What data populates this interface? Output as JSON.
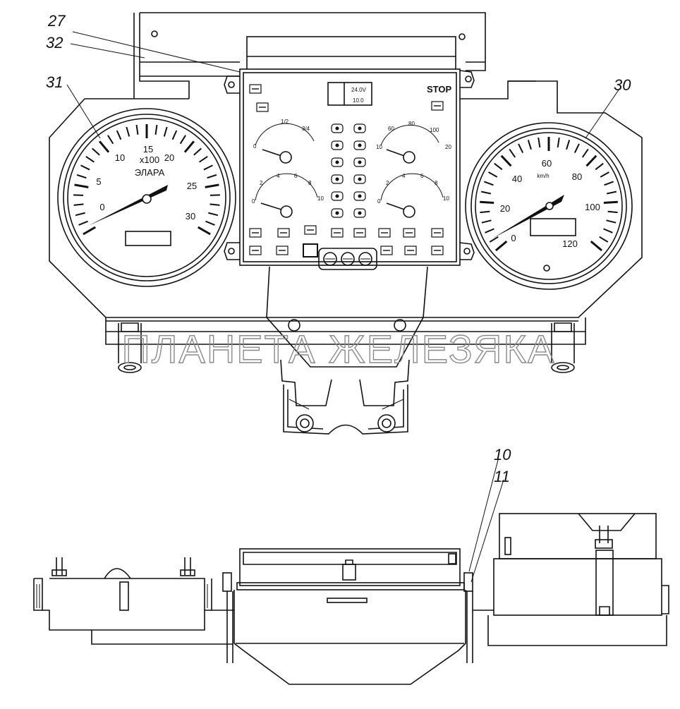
{
  "callouts": {
    "c27": "27",
    "c32": "32",
    "c31": "31",
    "c30": "30",
    "c10": "10",
    "c11": "11"
  },
  "tachometer": {
    "ticks": [
      "0",
      "5",
      "10",
      "15",
      "20",
      "25",
      "30"
    ],
    "multiplier": "x100",
    "brand": "ЭЛАРА"
  },
  "speedometer": {
    "ticks": [
      "0",
      "20",
      "40",
      "60",
      "80",
      "100",
      "120"
    ],
    "unit": "km/h"
  },
  "center_panel": {
    "voltage": "24.0V",
    "voltage_sub": "10.0",
    "stop_label": "STOP",
    "fuel_labels": [
      "0",
      "1/2",
      "3/4"
    ],
    "temp_labels": [
      "60",
      "80",
      "100",
      "10",
      "20"
    ],
    "pressure_left": [
      "0",
      "2",
      "4",
      "6",
      "8",
      "10"
    ],
    "pressure_right": [
      "0",
      "2",
      "4",
      "6",
      "8",
      "10"
    ]
  },
  "watermark": "ПЛАНЕТА ЖЕЛЕЗЯКА"
}
